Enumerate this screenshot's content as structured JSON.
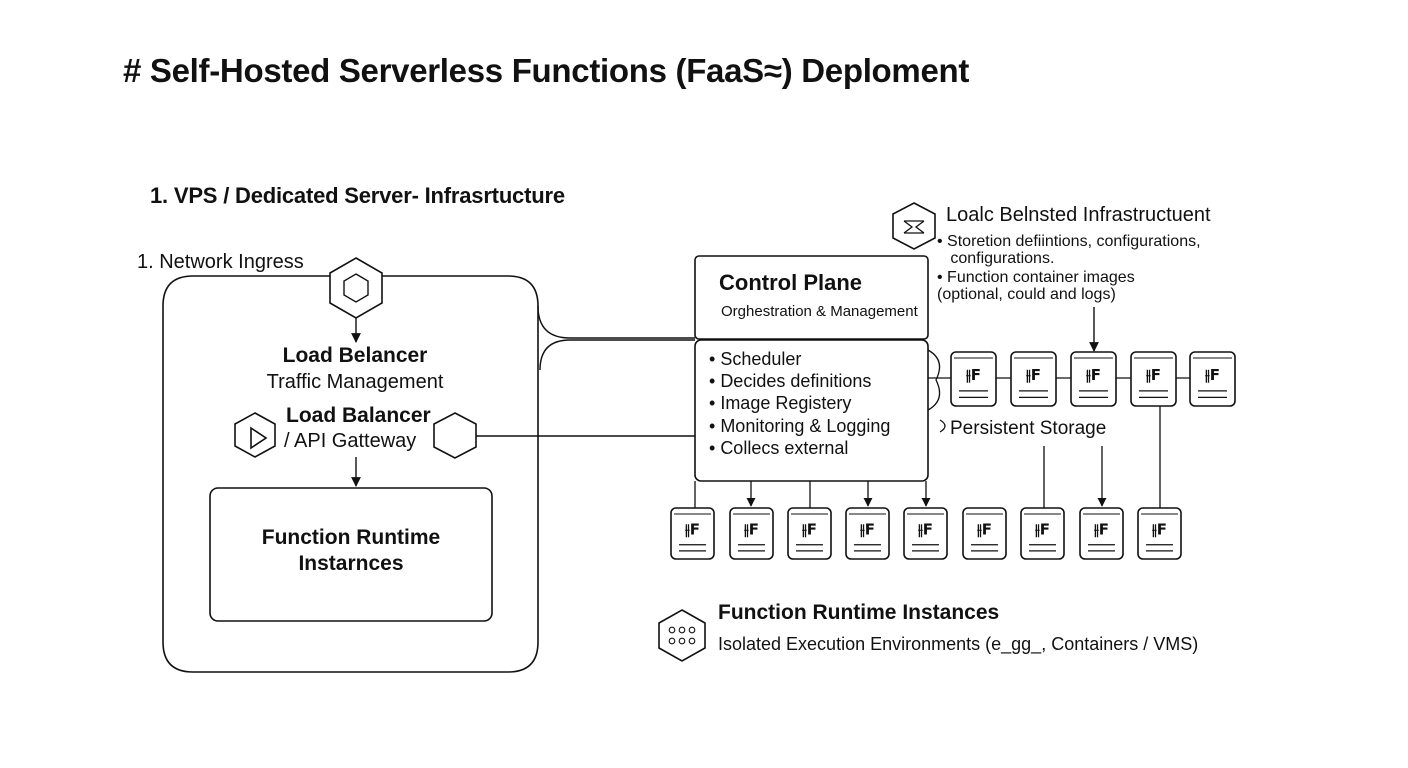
{
  "title": "# Self-Hosted Serverless Functions (FaaS≈) Deploment",
  "infrastructure": {
    "section_title": "1. VPS / Dedicated Server- Infrasrtucture",
    "ingress_label": "1. Network Ingress",
    "load_balancer": {
      "title": "Load Belancer",
      "subtitle": "Traffic Management"
    },
    "gateway": {
      "line1": "Load Balancer",
      "line2": "/ API Gatteway"
    },
    "runtime_box": {
      "line1": "Function Runtime",
      "line2": "Instarnces"
    }
  },
  "control_plane": {
    "title": "Control Plane",
    "subtitle": "Orghestration & Management",
    "items": [
      "Scheduler",
      "Decides definitions",
      "Image Registery",
      "Monitoring & Logging",
      "Collecs external"
    ]
  },
  "storage": {
    "title": "Loalc Belnsted Infrastructuent",
    "items": [
      "• Storetion defiintions, configurations,",
      "   configurations.",
      "• Function container images",
      "(optional, could and logs)"
    ],
    "persistent_label": "Persistent Storage"
  },
  "runtime_legend": {
    "title": "Function Runtime Instances",
    "subtitle": "Isolated Execution Environments (e_gg_, Containers / VMS)"
  },
  "card_glyph": "⫲F",
  "colors": {
    "stroke": "#111111",
    "background": "#ffffff"
  }
}
